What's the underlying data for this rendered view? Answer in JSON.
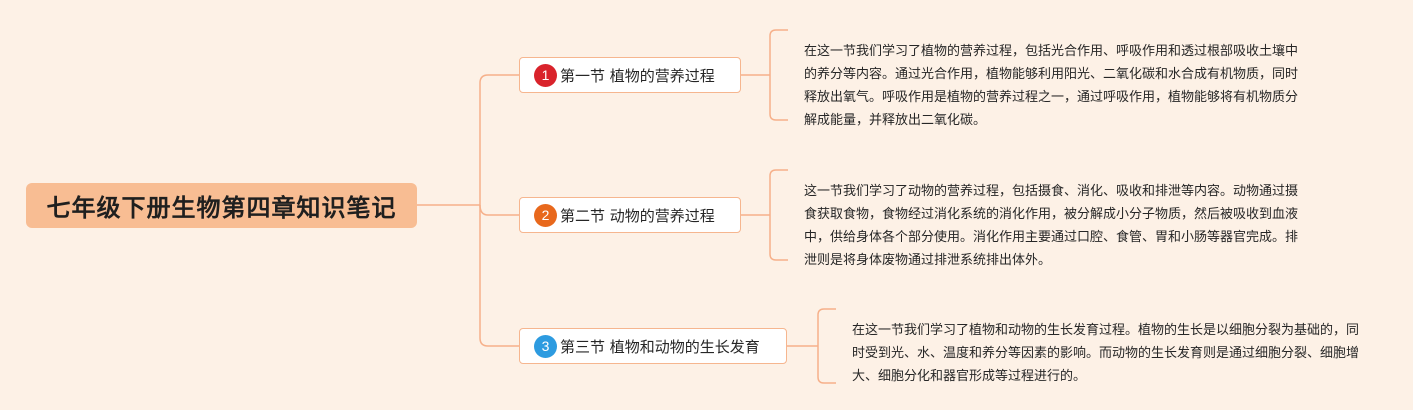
{
  "central_topic": "七年级下册生物第四章知识笔记",
  "sections": [
    {
      "number": "1",
      "badge_color": "#d9232b",
      "label": "第一节 植物的营养过程",
      "description": "在这一节我们学习了植物的营养过程，包括光合作用、呼吸作用和透过根部吸收土壤中的养分等内容。通过光合作用，植物能够利用阳光、二氧化碳和水合成有机物质，同时释放出氧气。呼吸作用是植物的营养过程之一，通过呼吸作用，植物能够将有机物质分解成能量，并释放出二氧化碳。"
    },
    {
      "number": "2",
      "badge_color": "#e8681c",
      "label": "第二节 动物的营养过程",
      "description": "这一节我们学习了动物的营养过程，包括摄食、消化、吸收和排泄等内容。动物通过摄食获取食物，食物经过消化系统的消化作用，被分解成小分子物质，然后被吸收到血液中，供给身体各个部分使用。消化作用主要通过口腔、食管、胃和小肠等器官完成。排泄则是将身体废物通过排泄系统排出体外。"
    },
    {
      "number": "3",
      "badge_color": "#2d9be0",
      "label": "第三节 植物和动物的生长发育",
      "description": "在这一节我们学习了植物和动物的生长发育过程。植物的生长是以细胞分裂为基础的，同时受到光、水、温度和养分等因素的影响。而动物的生长发育则是通过细胞分裂、细胞增大、细胞分化和器官形成等过程进行的。"
    }
  ],
  "colors": {
    "background": "#fdf1e6",
    "central_fill": "#f8bd93",
    "connector": "#f6b08a"
  }
}
